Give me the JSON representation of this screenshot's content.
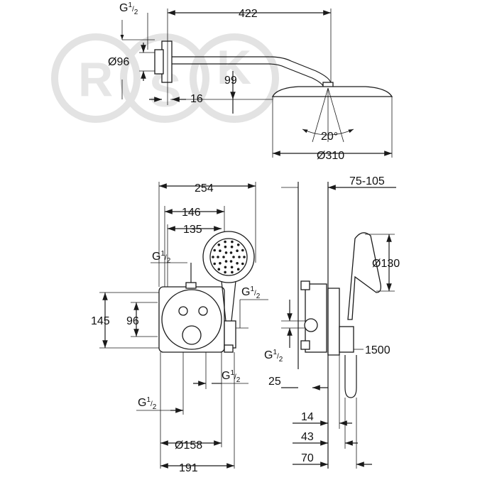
{
  "watermark": {
    "letters": [
      "R",
      "S",
      "K"
    ]
  },
  "labels": {
    "top_g": {
      "base": "G",
      "num": "1",
      "den": "2"
    },
    "d96": "Ø96",
    "w422": "422",
    "h99": "99",
    "w16": "16",
    "angle": "20°",
    "d310": "Ø310",
    "w254": "254",
    "w146": "146",
    "w135": "135",
    "mid_g_left": {
      "base": "G",
      "num": "1",
      "den": "2"
    },
    "mid_g_right": {
      "base": "G",
      "num": "1",
      "den": "2"
    },
    "h145": "145",
    "h96": "96",
    "low_g_center": {
      "base": "G",
      "num": "1",
      "den": "2"
    },
    "low_g_left": {
      "base": "G",
      "num": "1",
      "den": "2"
    },
    "d158": "Ø158",
    "w191": "191",
    "w75_105": "75-105",
    "d130": "Ø130",
    "side_g": {
      "base": "G",
      "num": "1",
      "den": "2"
    },
    "l1500": "1500",
    "w25": "25",
    "w14": "14",
    "w43": "43",
    "w70": "70"
  }
}
